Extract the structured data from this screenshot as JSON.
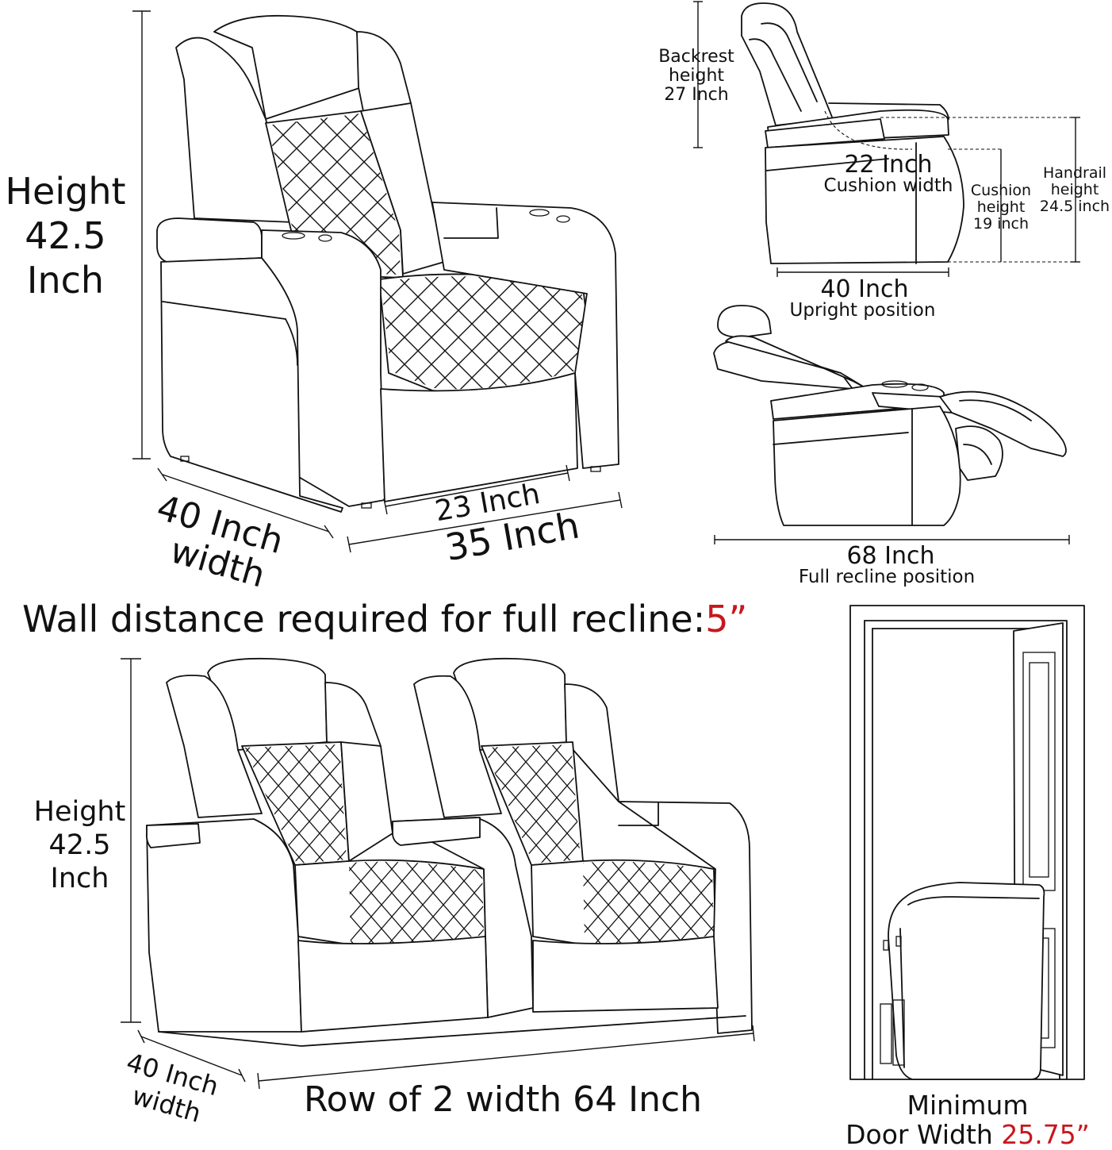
{
  "main_chair": {
    "height_word": "Height",
    "height_value": "42.5",
    "height_unit": "Inch",
    "depth_value": "40 Inch",
    "depth_word": "width",
    "seat_width": "23 Inch",
    "overall_width": "35 Inch"
  },
  "side_view": {
    "backrest_line1": "Backrest",
    "backrest_line2": "height",
    "backrest_line3": "27 Inch",
    "cushion_width_value": "22 Inch",
    "cushion_width_label": "Cushion width",
    "cushion_height_line1": "Cushion",
    "cushion_height_line2": "height",
    "cushion_height_line3": "19 inch",
    "handrail_line1": "Handrail",
    "handrail_line2": "height",
    "handrail_line3": "24.5 inch",
    "upright_length": "40 Inch",
    "upright_label": "Upright position"
  },
  "recline_view": {
    "length": "68 Inch",
    "label": "Full recline position"
  },
  "wall_note": {
    "text": "Wall distance required for full recline:",
    "value": "5”"
  },
  "row_view": {
    "height_word": "Height",
    "height_value": "42.5",
    "height_unit": "Inch",
    "depth_value": "40 Inch",
    "depth_word": "width",
    "row_label": "Row of 2 width 64 Inch"
  },
  "door_view": {
    "line1": "Minimum",
    "line2": "Door Width ",
    "value": "25.75”"
  },
  "colors": {
    "line": "#111111",
    "accent": "#c8161d"
  }
}
